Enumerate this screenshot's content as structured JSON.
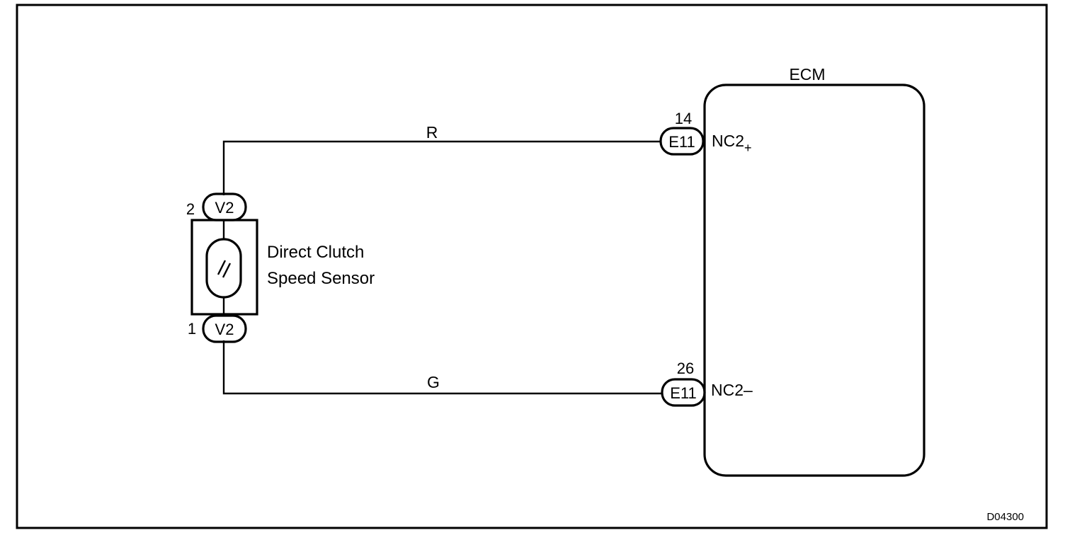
{
  "ecm": {
    "label": "ECM"
  },
  "sensor": {
    "line1": "Direct Clutch",
    "line2": "Speed Sensor"
  },
  "sensor_connector": {
    "top": {
      "pin": "2",
      "code": "V2"
    },
    "bottom": {
      "pin": "1",
      "code": "V2"
    }
  },
  "ecm_connector": {
    "top": {
      "pin": "14",
      "code": "E11",
      "terminal_base": "NC2",
      "terminal_sub": "+"
    },
    "bottom": {
      "pin": "26",
      "code": "E11",
      "terminal": "NC2–"
    }
  },
  "wires": {
    "top_color": "R",
    "bottom_color": "G"
  },
  "figure_id": "D04300"
}
